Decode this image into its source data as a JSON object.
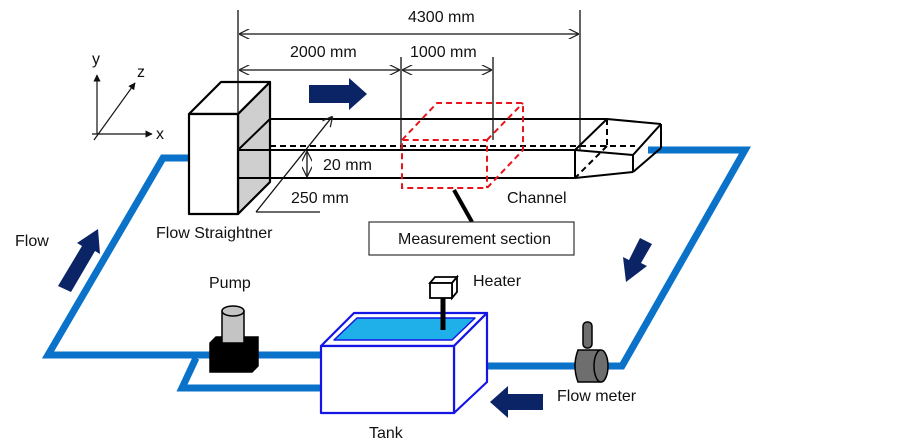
{
  "figure": {
    "title": "Experimental flow loop schematic",
    "colors": {
      "pipe": "#0a72c8",
      "arrow": "#0b2466",
      "measurement_box": "#e8141b",
      "tank_outline": "#1515e6",
      "water": "#1fb0ea",
      "straightener_shade": "#cfcfcf",
      "pump_body": "#000000",
      "pump_motor": "#c4c4c4",
      "flow_meter": "#6e6e6e"
    }
  },
  "axes": {
    "x": "x",
    "y": "y",
    "z": "z"
  },
  "dimensions": {
    "total_length": "4300 mm",
    "inlet_length": "2000 mm",
    "section_length": "1000 mm",
    "height": "20 mm",
    "width": "250 mm"
  },
  "components": {
    "flow_straightener": "Flow Straightner",
    "channel": "Channel",
    "measurement_section": "Measurement section",
    "pump": "Pump",
    "heater": "Heater",
    "tank": "Tank",
    "flow_meter": "Flow meter",
    "flow": "Flow"
  }
}
